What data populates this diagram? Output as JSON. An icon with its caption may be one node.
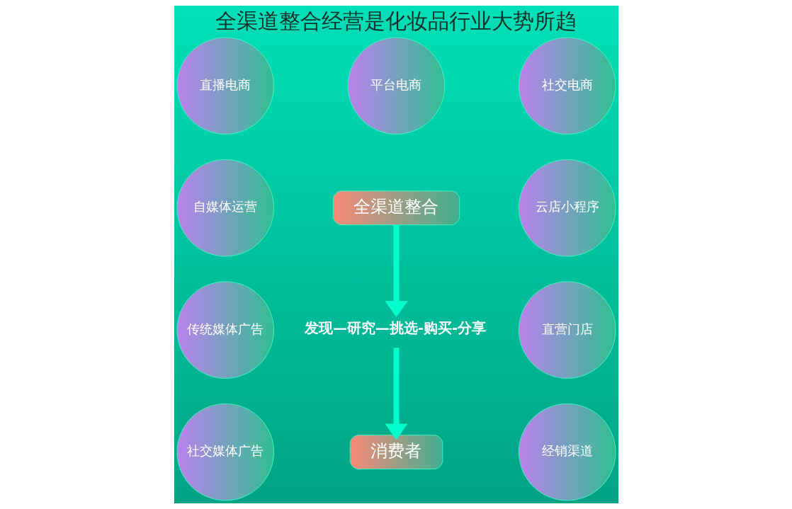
{
  "diagram": {
    "title": "全渠道整合经营是化妆品行业大势所趋",
    "nodes": [
      {
        "text": [
          "直播电商"
        ]
      },
      {
        "text": [
          "平台电商"
        ]
      },
      {
        "text": [
          "社交电商"
        ]
      },
      {
        "text": [
          "自媒体运营"
        ]
      },
      {
        "text": [
          "云店小程序"
        ]
      },
      {
        "text": [
          "全渠道整合"
        ]
      },
      {
        "text": [
          "传统媒体广告"
        ]
      },
      {
        "text": [
          "发现—研究—挑选-购买-分享"
        ]
      },
      {
        "text": [
          "直营门店"
        ]
      },
      {
        "text": [
          "社交媒体广告"
        ]
      },
      {
        "text": [
          "经销渠道"
        ]
      },
      {
        "text": [
          "消费者"
        ]
      }
    ],
    "edges": [
      {
        "from": 5,
        "to": 7,
        "arrow": "to"
      },
      {
        "from": 7,
        "to": 11,
        "arrow": "to"
      }
    ]
  }
}
